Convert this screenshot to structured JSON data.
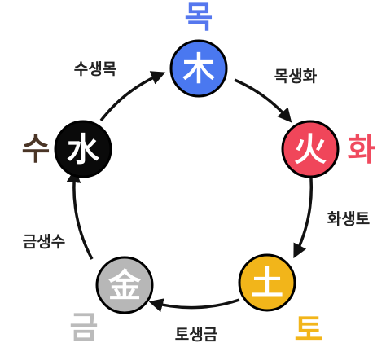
{
  "elements": {
    "wood": {
      "hanja": "木",
      "label": "목",
      "fill": "#4a78f0",
      "label_color": "#5577ee"
    },
    "fire": {
      "hanja": "火",
      "label": "화",
      "fill": "#f0465a",
      "label_color": "#f04a5e"
    },
    "earth": {
      "hanja": "土",
      "label": "토",
      "fill": "#f2b51a",
      "label_color": "#f2b51a"
    },
    "metal": {
      "hanja": "金",
      "label": "금",
      "fill": "#b7b7b7",
      "label_color": "#bbbbbb"
    },
    "water": {
      "hanja": "水",
      "label": "수",
      "fill": "#0a0a0a",
      "label_color": "#4a3526"
    }
  },
  "cycle_labels": {
    "wood_to_fire": "목생화",
    "fire_to_earth": "화생토",
    "earth_to_metal": "토생금",
    "metal_to_water": "금생수",
    "water_to_wood": "수생목"
  },
  "colors": {
    "arrow": "#111111",
    "ring": "#000000",
    "glyph": "#ffffff"
  }
}
